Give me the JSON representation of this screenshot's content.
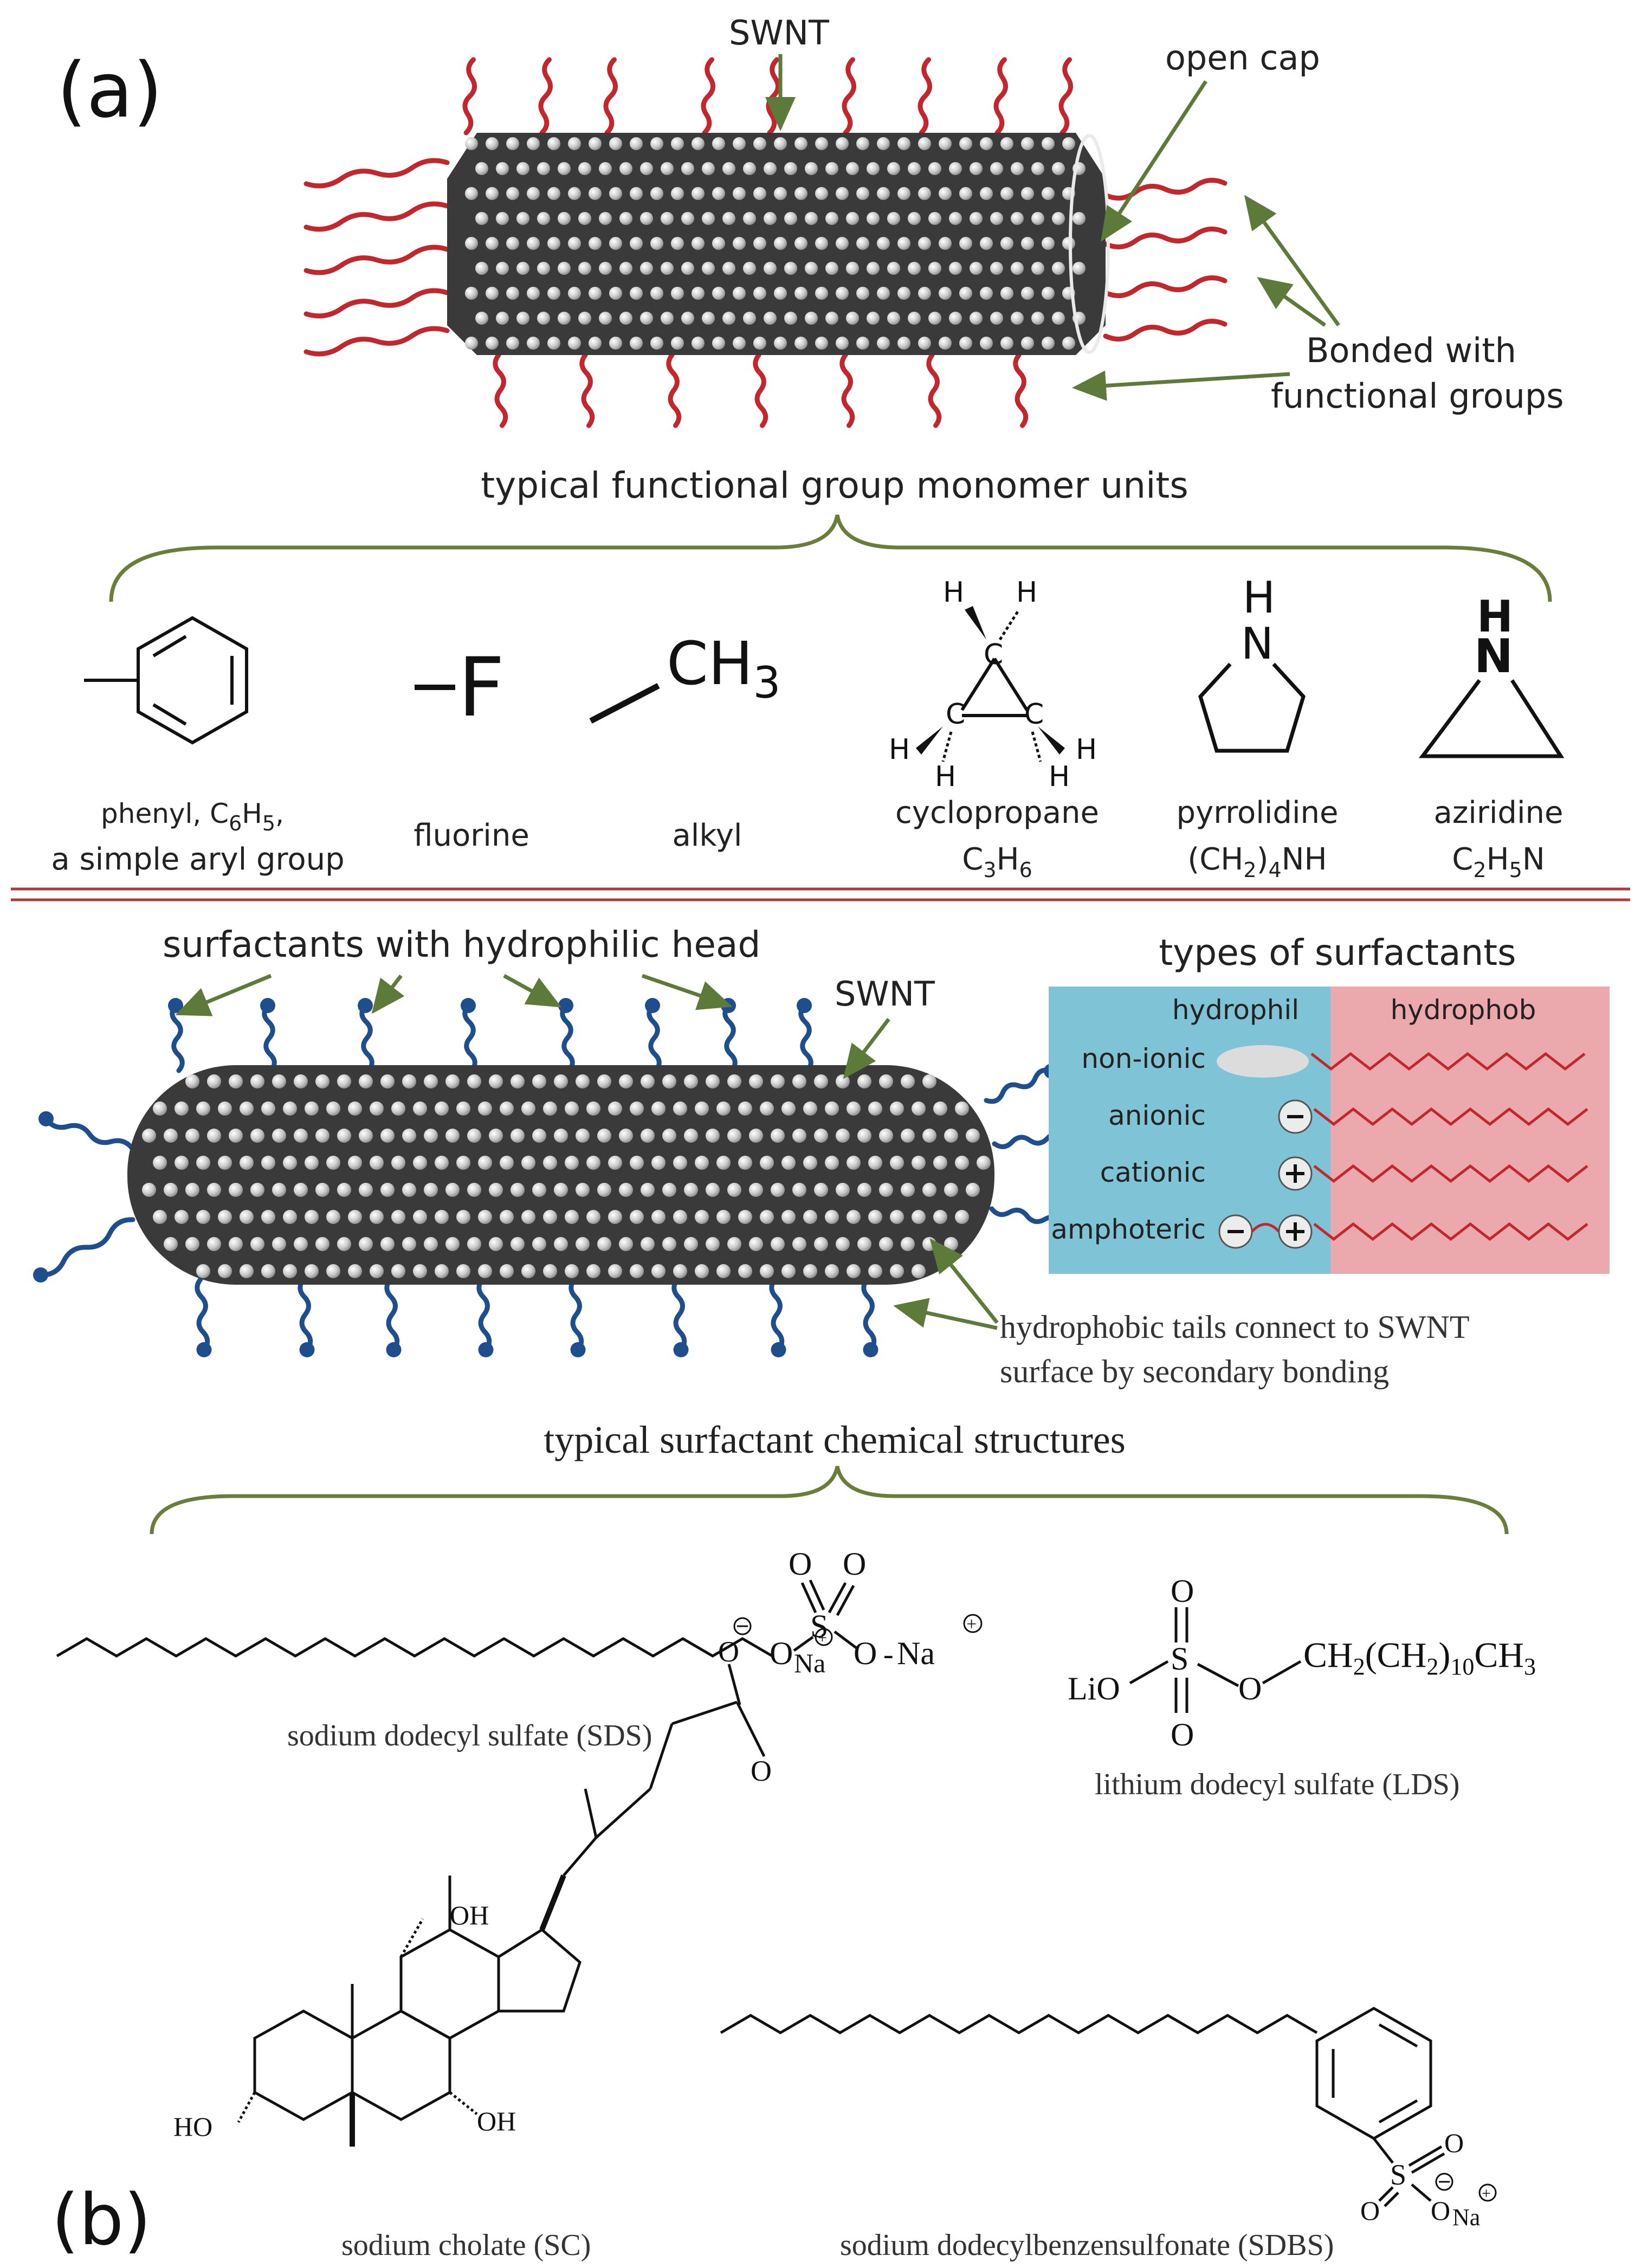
{
  "panel_a": {
    "letter": "(a)",
    "label_swnt": "SWNT",
    "label_open_cap": "open cap",
    "label_bonded_1": "Bonded with",
    "label_bonded_2": "functional groups",
    "heading": "typical functional group monomer units",
    "groups": [
      {
        "id": "phenyl",
        "line1": "phenyl, C6H5,",
        "line2": "a simple aryl group"
      },
      {
        "id": "fluorine",
        "symbol": "F",
        "line1": "fluorine"
      },
      {
        "id": "alkyl",
        "symbol": "CH3",
        "line1": "alkyl"
      },
      {
        "id": "cyclopropane",
        "line1": "cyclopropane",
        "line2": "C3H6"
      },
      {
        "id": "pyrrolidine",
        "line1": "pyrrolidine",
        "line2": "(CH2)4NH"
      },
      {
        "id": "aziridine",
        "line1": "aziridine",
        "line2": "C2H5N"
      }
    ]
  },
  "panel_b": {
    "letter": "(b)",
    "label_heads": "surfactants with hydrophilic head",
    "label_swnt": "SWNT",
    "label_tails_1": "hydrophobic tails connect to SWNT",
    "label_tails_2": "surface by secondary bonding",
    "types_title": "types of surfactants",
    "col_hydrophil": "hydrophil",
    "col_hydrophob": "hydrophob",
    "types": [
      "non-ionic",
      "anionic",
      "cationic",
      "amphoteric"
    ],
    "heading": "typical surfactant chemical structures",
    "structures": {
      "sds": "sodium dodecyl sulfate (SDS)",
      "lds": "lithium dodecyl sulfate (LDS)",
      "sc": "sodium cholate (SC)",
      "sdbs": "sodium dodecylbenzensulfonate (SDBS)"
    },
    "atoms": {
      "O": "O",
      "S": "S",
      "Na": "Na",
      "Li_O": "LiO",
      "OH": "OH",
      "HO": "HO",
      "lds_chain": "CH2(CH2)10CH3"
    }
  },
  "colors": {
    "chain_red": "#c1272d",
    "surfactant_blue": "#1f4e8c",
    "arrow_green": "#5e7a3a",
    "brace_green": "#6b7d3a",
    "hydrophil_bg": "#7ec4d6",
    "hydrophob_bg": "#eba8ad",
    "divider": "#b03a3a"
  }
}
